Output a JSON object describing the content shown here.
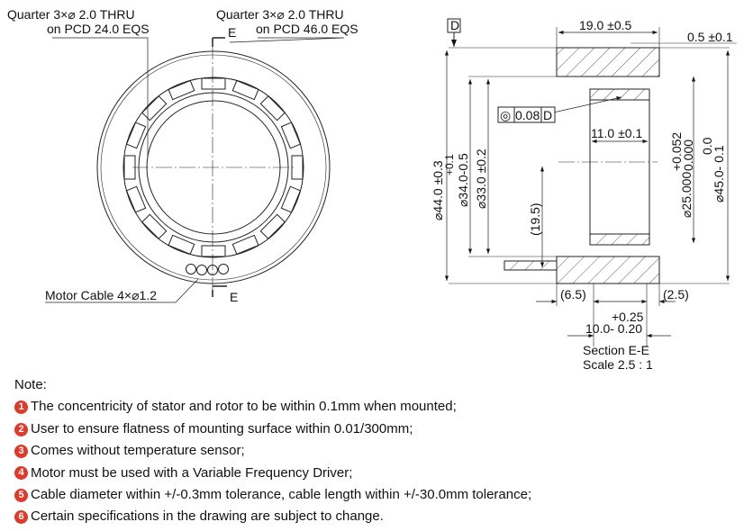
{
  "front_view": {
    "label_inner_holes_1": "Quarter 3×⌀ 2.0 THRU",
    "label_inner_holes_2": "on PCD 24.0 EQS",
    "label_outer_holes_1": "Quarter 3×⌀ 2.0 THRU",
    "label_outer_holes_2": "on PCD 46.0 EQS",
    "section_mark_top": "E",
    "section_mark_bottom": "E",
    "cable_label": "Motor Cable 4×⌀1.2"
  },
  "section_view": {
    "datum": "D",
    "dim_length": "19.0 ±0.5",
    "dim_step": "0.5 ±0.1",
    "concentricity_symbol": "◎",
    "concentricity_value": "0.08",
    "concentricity_datum": "D",
    "dim_bearing_width": "11.0 ±0.1",
    "dim_od44": "⌀44.0 ±0.3",
    "dim_d34_upper": "+0.1",
    "dim_d34": "⌀34.0-0.5",
    "dim_d33": "⌀33.0 ±0.2",
    "dim_19_5": "(19.5)",
    "dim_d25": "⌀25.000",
    "dim_d25_upper": "+0.052",
    "dim_d25_lower": "0.000",
    "dim_d45": "⌀45.0- 0.1",
    "dim_d45_upper": "0.0",
    "dim_6_5": "(6.5)",
    "dim_2_5": "(2.5)",
    "dim_10_upper": "+0.25",
    "dim_10": "10.0- 0.20",
    "title": "Section E-E",
    "scale": "Scale 2.5 : 1"
  },
  "notes": {
    "heading": "Note:",
    "bullet_color": "#e03a2a",
    "items": [
      {
        "n": "1",
        "text": "The concentricity of stator and rotor to be within 0.1mm when mounted;"
      },
      {
        "n": "2",
        "text": "User to ensure flatness of mounting surface within 0.01/300mm;"
      },
      {
        "n": "3",
        "text": "Comes without temperature sensor;"
      },
      {
        "n": "4",
        "text": "Motor must be used with a Variable Frequency Driver;"
      },
      {
        "n": "5",
        "text": "Cable diameter within +/-0.3mm tolerance, cable length within +/-30.0mm tolerance;"
      },
      {
        "n": "6",
        "text": "Certain specifications in the drawing are subject to change."
      }
    ]
  }
}
